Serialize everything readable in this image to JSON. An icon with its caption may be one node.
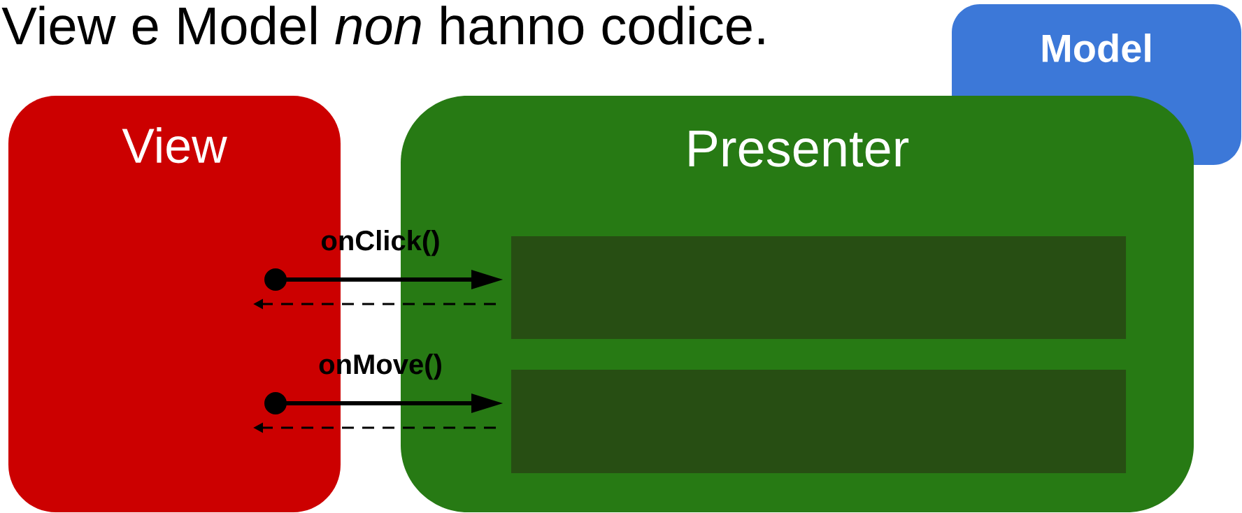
{
  "diagram": {
    "title": "View e Model *non* hanno codice.",
    "nodes": [
      {
        "text": [
          "View"
        ]
      },
      {
        "text": [
          "Presenter"
        ]
      },
      {
        "text": [
          "Model"
        ]
      },
      {
        "text": [],
        "shape": "box",
        "in": 1
      },
      {
        "text": [],
        "shape": "box",
        "in": 1
      }
    ],
    "edges": [
      {
        "from": 0,
        "to": 3,
        "arrow": "to",
        "label": "onClick()",
        "style": "thick"
      },
      {
        "from": 3,
        "to": 0,
        "arrow": "to",
        "style": "dashed"
      },
      {
        "from": 0,
        "to": 4,
        "arrow": "to",
        "label": "onMove()",
        "style": "thick"
      },
      {
        "from": 4,
        "to": 0,
        "arrow": "to",
        "style": "dashed"
      }
    ]
  }
}
